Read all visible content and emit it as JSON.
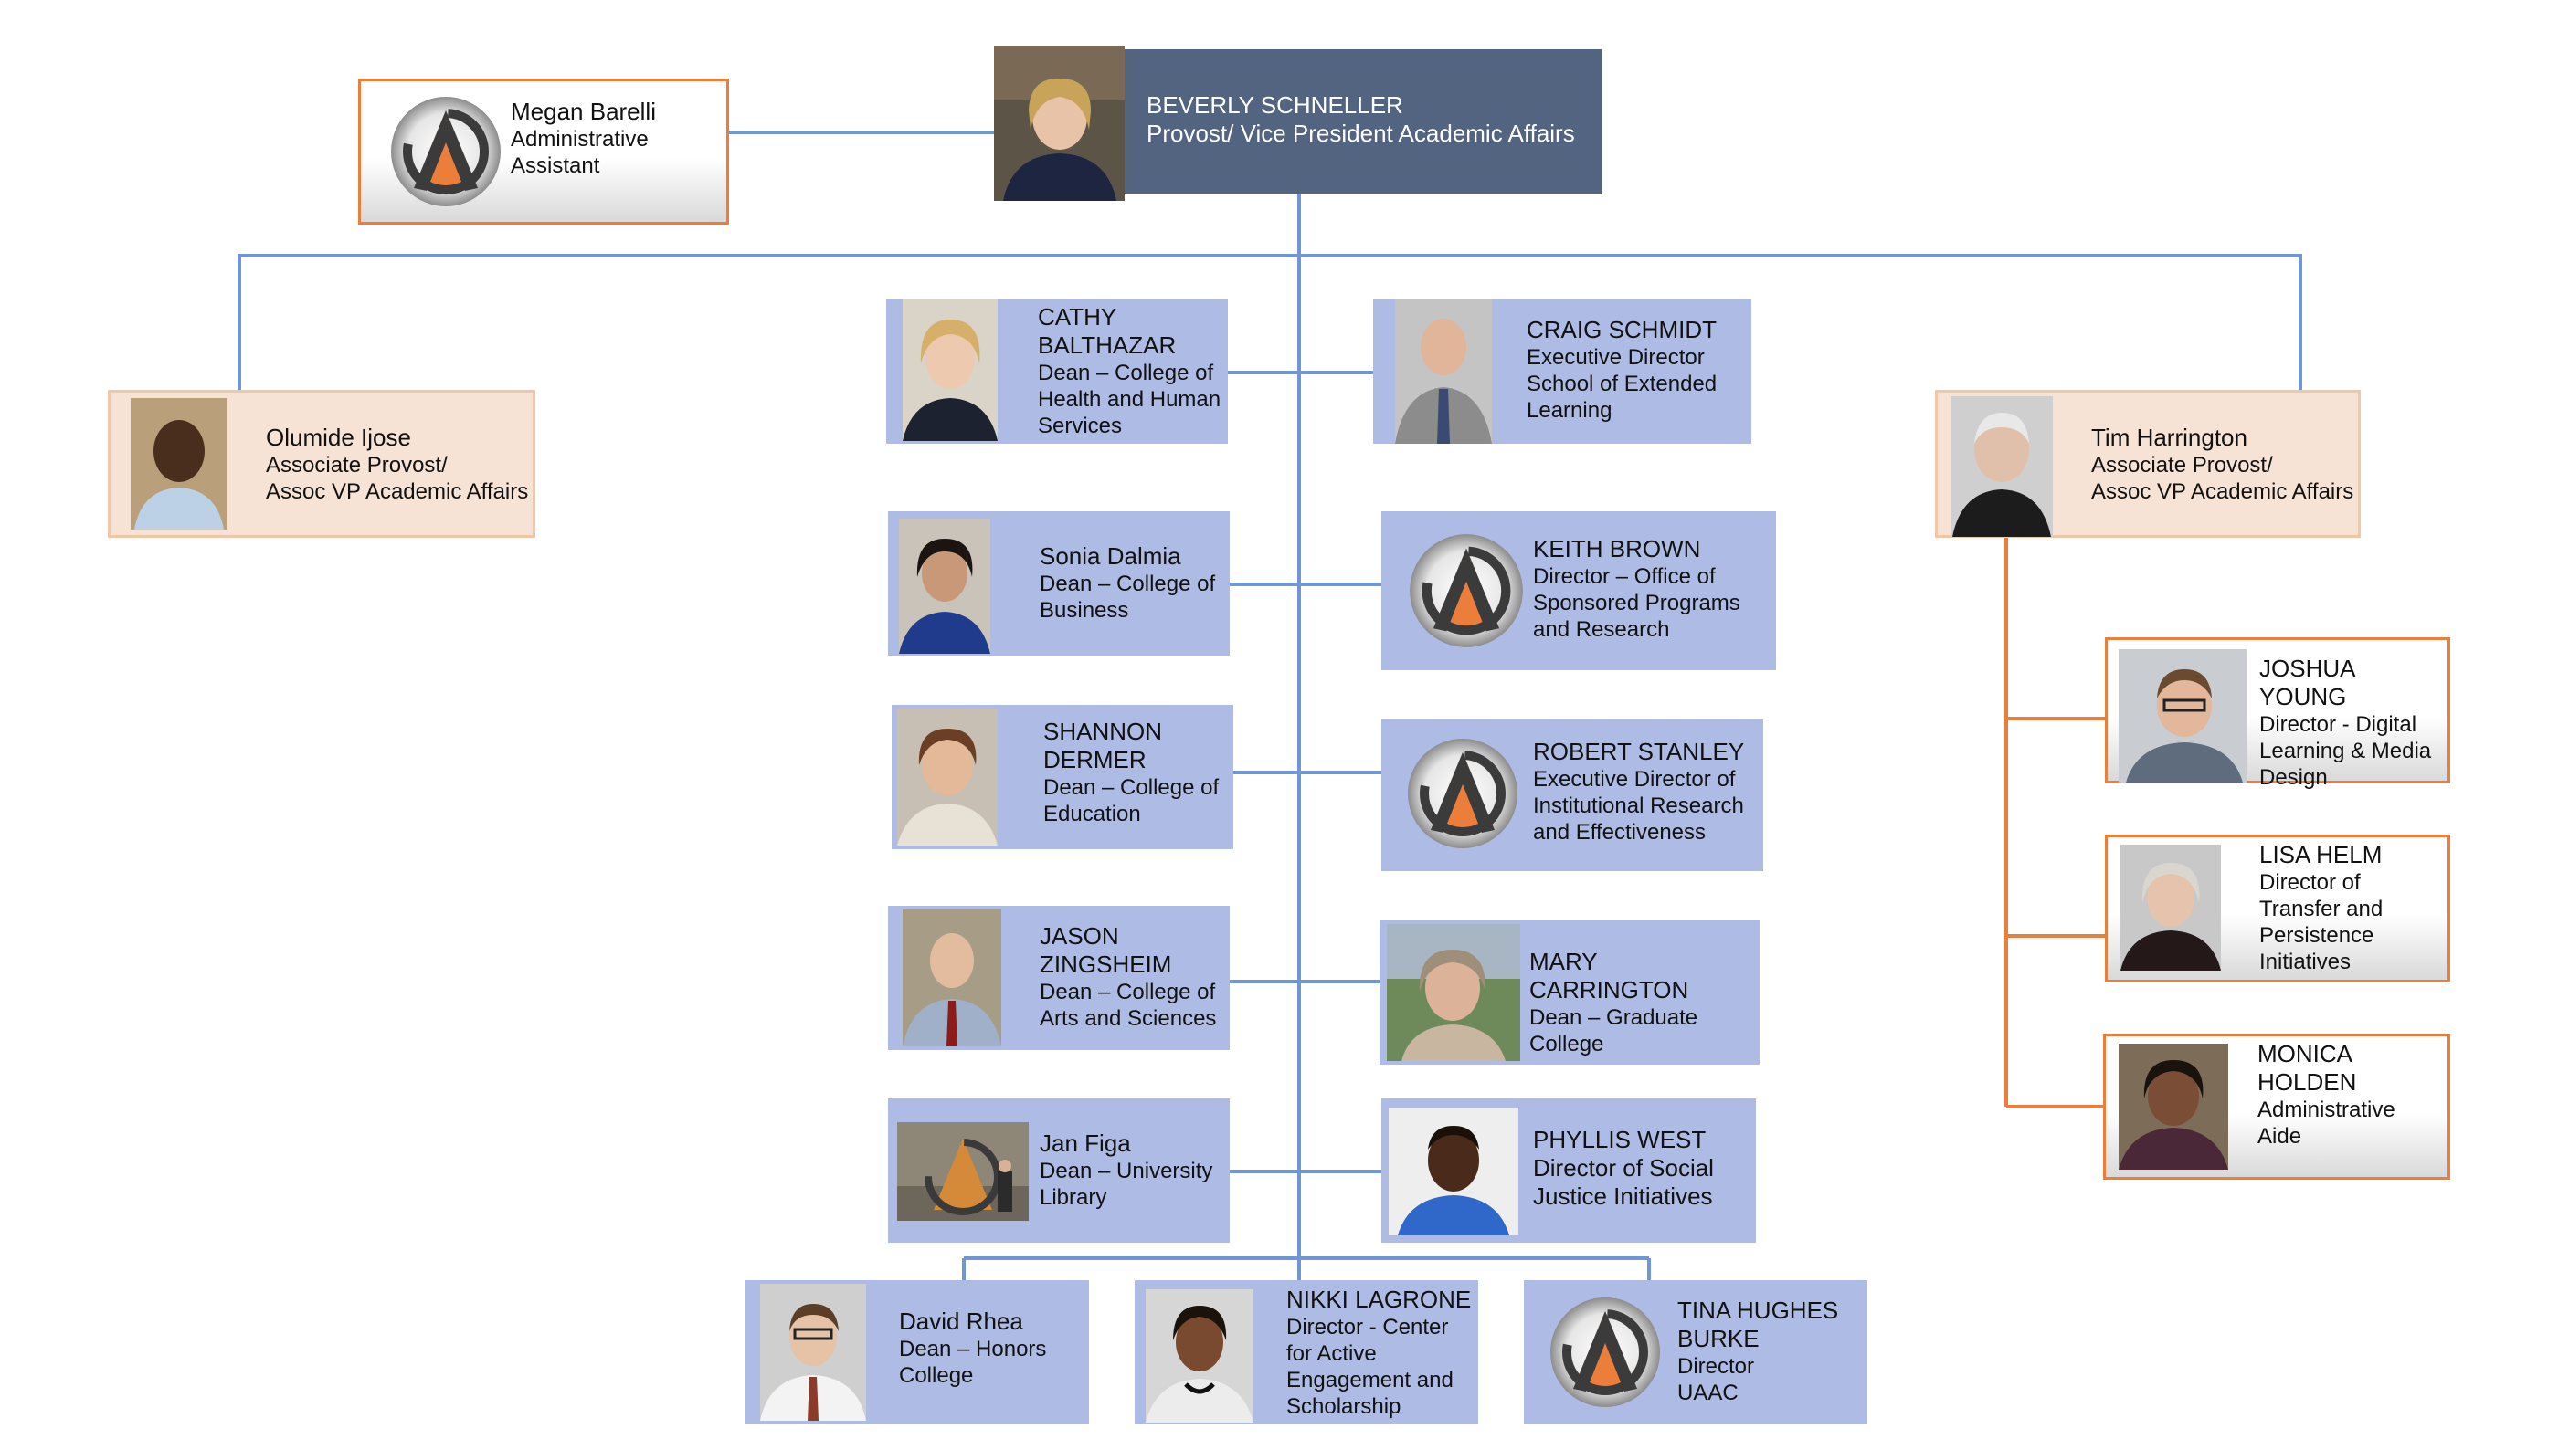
{
  "colors": {
    "line_blue": "#6f97d3",
    "line_orange": "#ec7e3b",
    "box_blue": "#aebbe4",
    "box_peach": "#f7e3d6",
    "provost_bg": "#52647f",
    "logo_orange": "#ec7e3b"
  },
  "provost": {
    "name": "BEVERLY SCHNELLER",
    "title": "Provost/ Vice President Academic Affairs"
  },
  "assistant": {
    "name": "Megan Barelli",
    "title_1": "Administrative",
    "title_2": "Assistant"
  },
  "assoc_left": {
    "name": "Olumide Ijose",
    "title_1": "Associate Provost/",
    "title_2": "Assoc VP Academic Affairs"
  },
  "assoc_right": {
    "name": "Tim Harrington",
    "title_1": "Associate Provost/",
    "title_2": "Assoc VP Academic Affairs"
  },
  "left_column": [
    {
      "name_1": "CATHY",
      "name_2": "BALTHAZAR",
      "title_1": "Dean – College of",
      "title_2": "Health and Human",
      "title_3": "Services"
    },
    {
      "name_1": "Sonia Dalmia",
      "title_1": "Dean – College of",
      "title_2": "Business"
    },
    {
      "name_1": "SHANNON",
      "name_2": "DERMER",
      "title_1": "Dean – College of",
      "title_2": "Education"
    },
    {
      "name_1": "JASON",
      "name_2": "ZINGSHEIM",
      "title_1": "Dean – College of",
      "title_2": "Arts and Sciences"
    },
    {
      "name_1": "Jan Figa",
      "title_1": "Dean – University",
      "title_2": "Library"
    }
  ],
  "right_column": [
    {
      "name_1": "CRAIG SCHMIDT",
      "title_1": "Executive Director",
      "title_2": "School of Extended",
      "title_3": "Learning"
    },
    {
      "name_1": "KEITH BROWN",
      "title_1": "Director – Office of",
      "title_2": "Sponsored Programs",
      "title_3": "and Research"
    },
    {
      "name_1": "ROBERT STANLEY",
      "title_1": "Executive Director of",
      "title_2": "Institutional Research",
      "title_3": "and Effectiveness"
    },
    {
      "name_1": "MARY CARRINGTON",
      "title_1": "Dean – Graduate",
      "title_2": "College"
    },
    {
      "name_1": "PHYLLIS WEST",
      "title_1": "Director of Social",
      "title_2": "Justice Initiatives"
    }
  ],
  "bottom_row": [
    {
      "name_1": "David Rhea",
      "title_1": "Dean – Honors",
      "title_2": "College"
    },
    {
      "name_1": "NIKKI LAGRONE",
      "title_1": "Director  -  Center",
      "title_2": "for Active",
      "title_3": "Engagement and",
      "title_4": "Scholarship"
    },
    {
      "name_1": "TINA HUGHES",
      "name_2": "BURKE",
      "title_1": "Director",
      "title_2": "UAAC"
    }
  ],
  "orange_reports": [
    {
      "name_1": "JOSHUA YOUNG",
      "title_1": "Director - Digital",
      "title_2": "Learning & Media",
      "title_3": "Design"
    },
    {
      "name_1": "LISA HELM",
      "title_1": "Director of",
      "title_2": "Transfer and",
      "title_3": "Persistence",
      "title_4": "Initiatives"
    },
    {
      "name_1": "MONICA",
      "name_2": "HOLDEN",
      "title_1": "Administrative",
      "title_2": "Aide"
    }
  ]
}
